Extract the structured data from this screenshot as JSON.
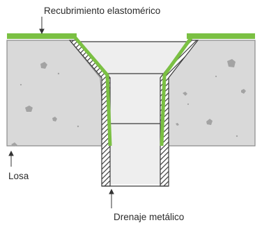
{
  "labels": {
    "coating": "Recubrimiento elastomérico",
    "slab": "Losa",
    "drain": "Drenaje metálico"
  },
  "colors": {
    "concrete": "#d9d9d9",
    "concrete_edge": "#8c8c8c",
    "coating": "#7bc043",
    "drain_interior": "#eeeeee",
    "drain_wall": "#3a3a3a",
    "aggregate": "#a3a3a3",
    "leader_line": "#333333"
  }
}
